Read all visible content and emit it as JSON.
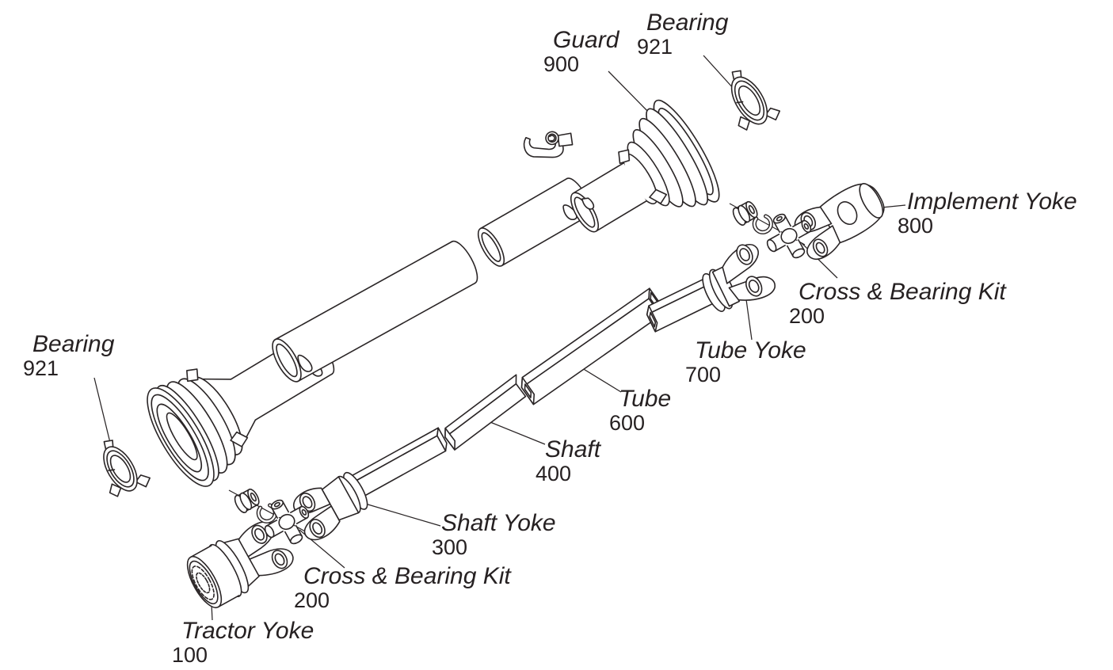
{
  "diagram": {
    "title": "Driveline exploded parts diagram",
    "background_color": "#ffffff",
    "line_color": "#2a2526",
    "text_color": "#262122",
    "labels": [
      {
        "id": "guard",
        "name": "Guard",
        "number": "900"
      },
      {
        "id": "bearing-top",
        "name": "Bearing",
        "number": "921"
      },
      {
        "id": "implement-yoke",
        "name": "Implement Yoke",
        "number": "800"
      },
      {
        "id": "cross-bearing-kit-upper",
        "name": "Cross & Bearing Kit",
        "number": "200"
      },
      {
        "id": "tube-yoke",
        "name": "Tube Yoke",
        "number": "700"
      },
      {
        "id": "tube",
        "name": "Tube",
        "number": "600"
      },
      {
        "id": "shaft",
        "name": "Shaft",
        "number": "400"
      },
      {
        "id": "shaft-yoke",
        "name": "Shaft Yoke",
        "number": "300"
      },
      {
        "id": "cross-bearing-kit-lower",
        "name": "Cross & Bearing Kit",
        "number": "200"
      },
      {
        "id": "tractor-yoke",
        "name": "Tractor Yoke",
        "number": "100"
      },
      {
        "id": "bearing-left",
        "name": "Bearing",
        "number": "921"
      }
    ]
  }
}
